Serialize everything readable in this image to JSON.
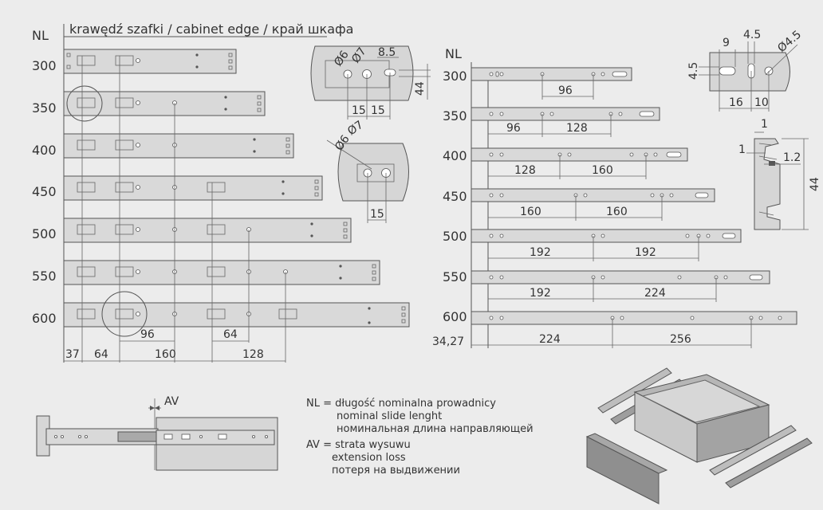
{
  "left": {
    "nl_label": "NL",
    "edge_label": "krawędź szafki / cabinet edge / край шкафа",
    "rows": [
      "300",
      "350",
      "400",
      "450",
      "500",
      "550",
      "600"
    ],
    "bottom_dims": [
      "37",
      "64",
      "96",
      "160",
      "64",
      "128"
    ]
  },
  "detail_top": {
    "d1": "Ø6",
    "d2": "Ø7",
    "d3": "8.5",
    "d4": "44",
    "d5": "15",
    "d6": "15"
  },
  "detail_mid": {
    "d1": "Ø6",
    "d2": "Ø7",
    "d3": "15"
  },
  "right": {
    "nl_label": "NL",
    "rows": [
      "300",
      "350",
      "400",
      "450",
      "500",
      "550",
      "600"
    ],
    "dims": {
      "r300": [
        "96"
      ],
      "r350": [
        "96",
        "128"
      ],
      "r400": [
        "128",
        "160"
      ],
      "r450": [
        "160",
        "160"
      ],
      "r500": [
        "192",
        "192"
      ],
      "r550": [
        "192",
        "224"
      ],
      "r600": [
        "34,27",
        "224",
        "256"
      ]
    }
  },
  "hole_detail": {
    "d1": "9",
    "d2": "4.5",
    "d3": "Ø4.5",
    "d4": "4.5",
    "d5": "16",
    "d6": "10"
  },
  "profile": {
    "d1": "1",
    "d2": "1",
    "d3": "1.2",
    "d4": "44"
  },
  "av": {
    "label": "AV"
  },
  "legend": {
    "nl_line1": "NL = długość nominalna prowadnicy",
    "nl_line2": "nominal slide lenght",
    "nl_line3": "номинальная длина направляющей",
    "av_line1": "AV = strata wysuwu",
    "av_line2": "extension loss",
    "av_line3": "потеря на выдвижении"
  }
}
